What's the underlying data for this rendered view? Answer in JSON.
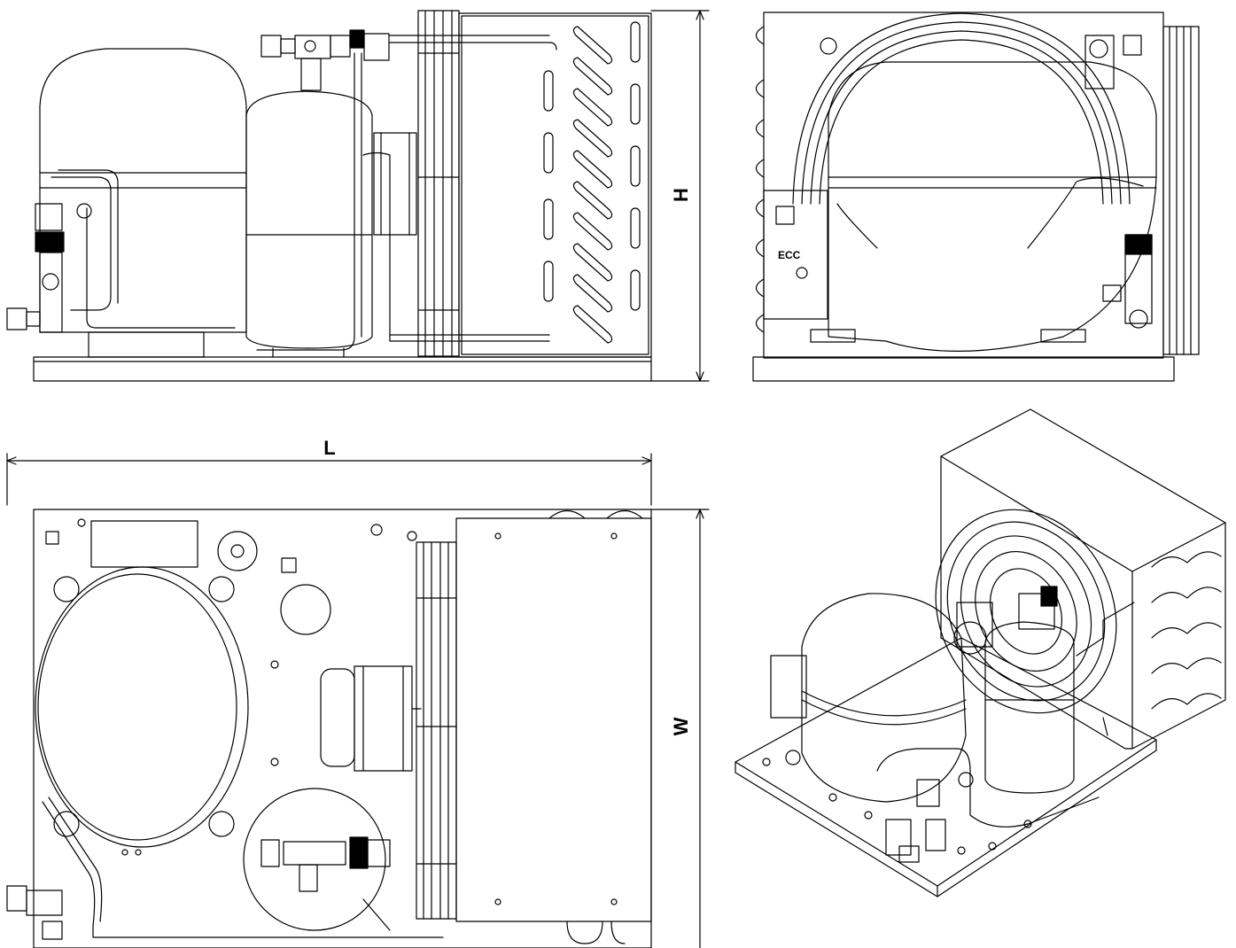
{
  "drawing": {
    "views": [
      {
        "id": "front-view"
      },
      {
        "id": "side-view"
      },
      {
        "id": "top-view"
      },
      {
        "id": "isometric-view"
      }
    ]
  },
  "dimensions": {
    "height": "H",
    "length": "L",
    "width": "W"
  },
  "colors": {
    "line": "#000000",
    "background": "#ffffff"
  }
}
